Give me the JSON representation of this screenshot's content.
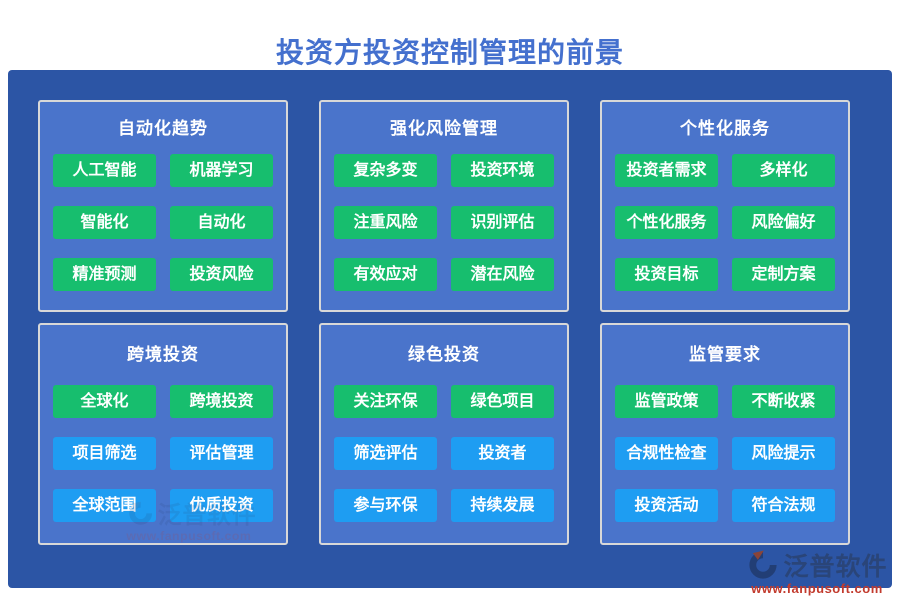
{
  "page": {
    "title": "投资方投资控制管理的前景"
  },
  "colors": {
    "title_color": "#4470CE",
    "container_bg": "#2C55A5",
    "panel_bg": "#4A74CB",
    "panel_border": "#D8D8D8",
    "tag_green": "#17BE6E",
    "tag_blue": "#1E9DF2",
    "tag_text": "#FFFFFF",
    "watermark_text": "#2A4476",
    "watermark_url": "#C23B2E"
  },
  "panels": [
    {
      "title": "自动化趋势",
      "tags": [
        {
          "label": "人工智能",
          "variant": "green"
        },
        {
          "label": "机器学习",
          "variant": "green"
        },
        {
          "label": "智能化",
          "variant": "green"
        },
        {
          "label": "自动化",
          "variant": "green"
        },
        {
          "label": "精准预测",
          "variant": "green"
        },
        {
          "label": "投资风险",
          "variant": "green"
        }
      ]
    },
    {
      "title": "强化风险管理",
      "tags": [
        {
          "label": "复杂多变",
          "variant": "green"
        },
        {
          "label": "投资环境",
          "variant": "green"
        },
        {
          "label": "注重风险",
          "variant": "green"
        },
        {
          "label": "识别评估",
          "variant": "green"
        },
        {
          "label": "有效应对",
          "variant": "green"
        },
        {
          "label": "潜在风险",
          "variant": "green"
        }
      ]
    },
    {
      "title": "个性化服务",
      "tags": [
        {
          "label": "投资者需求",
          "variant": "green"
        },
        {
          "label": "多样化",
          "variant": "green"
        },
        {
          "label": "个性化服务",
          "variant": "green"
        },
        {
          "label": "风险偏好",
          "variant": "green"
        },
        {
          "label": "投资目标",
          "variant": "green"
        },
        {
          "label": "定制方案",
          "variant": "green"
        }
      ]
    },
    {
      "title": "跨境投资",
      "tags": [
        {
          "label": "全球化",
          "variant": "green"
        },
        {
          "label": "跨境投资",
          "variant": "green"
        },
        {
          "label": "项目筛选",
          "variant": "blue"
        },
        {
          "label": "评估管理",
          "variant": "blue"
        },
        {
          "label": "全球范围",
          "variant": "blue"
        },
        {
          "label": "优质投资",
          "variant": "blue"
        }
      ]
    },
    {
      "title": "绿色投资",
      "tags": [
        {
          "label": "关注环保",
          "variant": "green"
        },
        {
          "label": "绿色项目",
          "variant": "green"
        },
        {
          "label": "筛选评估",
          "variant": "blue"
        },
        {
          "label": "投资者",
          "variant": "blue"
        },
        {
          "label": "参与环保",
          "variant": "blue"
        },
        {
          "label": "持续发展",
          "variant": "blue"
        }
      ]
    },
    {
      "title": "监管要求",
      "tags": [
        {
          "label": "监管政策",
          "variant": "green"
        },
        {
          "label": "不断收紧",
          "variant": "green"
        },
        {
          "label": "合规性检查",
          "variant": "blue"
        },
        {
          "label": "风险提示",
          "variant": "blue"
        },
        {
          "label": "投资活动",
          "variant": "blue"
        },
        {
          "label": "符合法规",
          "variant": "blue"
        }
      ]
    }
  ],
  "watermark": {
    "brand": "泛普软件",
    "url": "www.fanpusoft.com",
    "logo_icon": "fanpu-logo"
  }
}
